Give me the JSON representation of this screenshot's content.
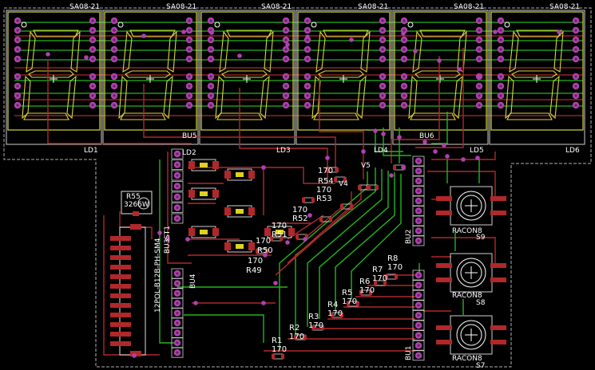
{
  "colors": {
    "background": "#000000",
    "top_trace": "#b0282a",
    "bottom_trace": "#22b51d",
    "silk": "#ffffff",
    "component_outline": "#d8d83a",
    "pad": "#b040b0",
    "pad_hole": "#5a2a5a",
    "smd_pad": "#b0282a",
    "board_outline": "#b0b0b0",
    "marker_yellow": "#e0d020"
  },
  "displays": [
    {
      "name": "LD1",
      "type": "SA08-21"
    },
    {
      "name": "LD2",
      "type": "SA08-21"
    },
    {
      "name": "LD3",
      "type": "SA08-21"
    },
    {
      "name": "LD4",
      "type": "SA08-21"
    },
    {
      "name": "LD5",
      "type": "SA08-21"
    },
    {
      "name": "LD6",
      "type": "SA08-21"
    }
  ],
  "connectors": {
    "bu1": "BU1",
    "bu2": "BU2",
    "bu3": "BU3",
    "bu4": "BU4",
    "bu5": "BU5",
    "bu6": "BU6",
    "st1": "ST1",
    "st1_type": "12POL-B12B-PH-SM4"
  },
  "potentiometer": {
    "name": "R55",
    "value": "3266W"
  },
  "transistors": [
    "V4",
    "V5"
  ],
  "buttons": [
    {
      "name": "S9",
      "type": "RACON8"
    },
    {
      "name": "S8",
      "type": "RACON8"
    },
    {
      "name": "S7",
      "type": "RACON8"
    }
  ],
  "resistors": [
    {
      "name": "R1",
      "value": "170"
    },
    {
      "name": "R2",
      "value": "170"
    },
    {
      "name": "R3",
      "value": "170"
    },
    {
      "name": "R4",
      "value": "170"
    },
    {
      "name": "R5",
      "value": "170"
    },
    {
      "name": "R6",
      "value": "170"
    },
    {
      "name": "R7",
      "value": "170"
    },
    {
      "name": "R8",
      "value": "170"
    },
    {
      "name": "R49",
      "value": "170"
    },
    {
      "name": "R50",
      "value": "170"
    },
    {
      "name": "R51",
      "value": "170"
    },
    {
      "name": "R52",
      "value": "170"
    },
    {
      "name": "R53",
      "value": "170"
    },
    {
      "name": "R54",
      "value": "170"
    }
  ]
}
